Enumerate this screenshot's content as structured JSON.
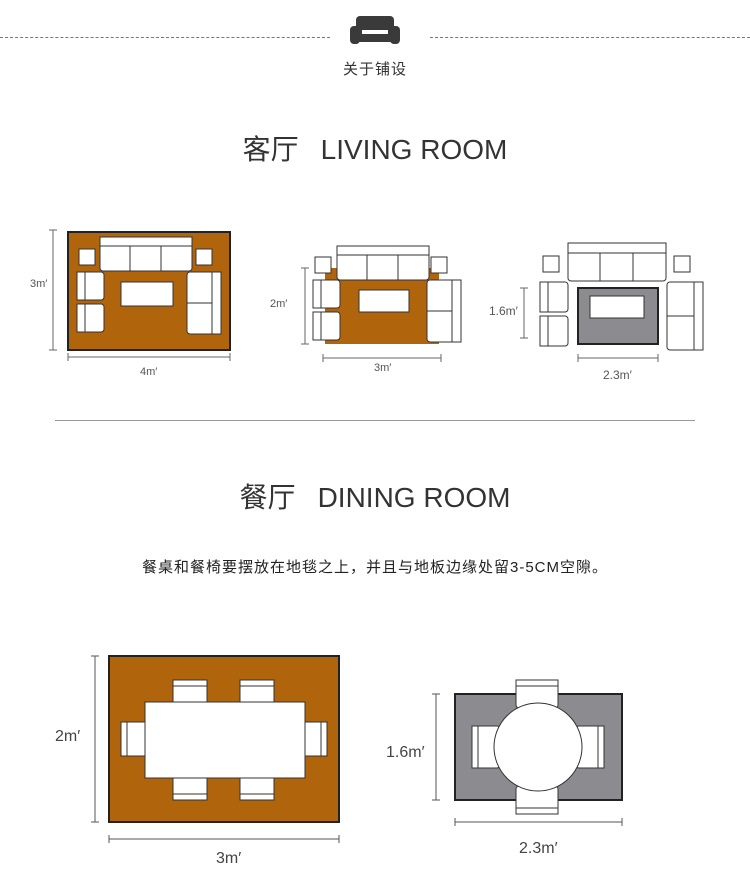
{
  "header": {
    "title": "关于铺设",
    "icon": "sofa-icon"
  },
  "living": {
    "title_zh": "客厅",
    "title_en": "LIVING ROOM",
    "d1": {
      "width": "4m′",
      "height": "3m′"
    },
    "d2": {
      "width": "3m′",
      "height": "2m′"
    },
    "d3": {
      "width": "2.3m′",
      "height": "1.6m′"
    }
  },
  "dining": {
    "title_zh": "餐厅",
    "title_en": "DINING ROOM",
    "note": "餐桌和餐椅要摆放在地毯之上，并且与地板边缘处留3-5CM空隙。",
    "d1": {
      "width": "3m′",
      "height": "2m′"
    },
    "d2": {
      "width": "2.3m′",
      "height": "1.6m′"
    }
  },
  "colors": {
    "rug_brown": "#b0650c",
    "rug_gray": "#8c8c90",
    "outline": "#333333",
    "sofa_fill": "#ffffff"
  }
}
